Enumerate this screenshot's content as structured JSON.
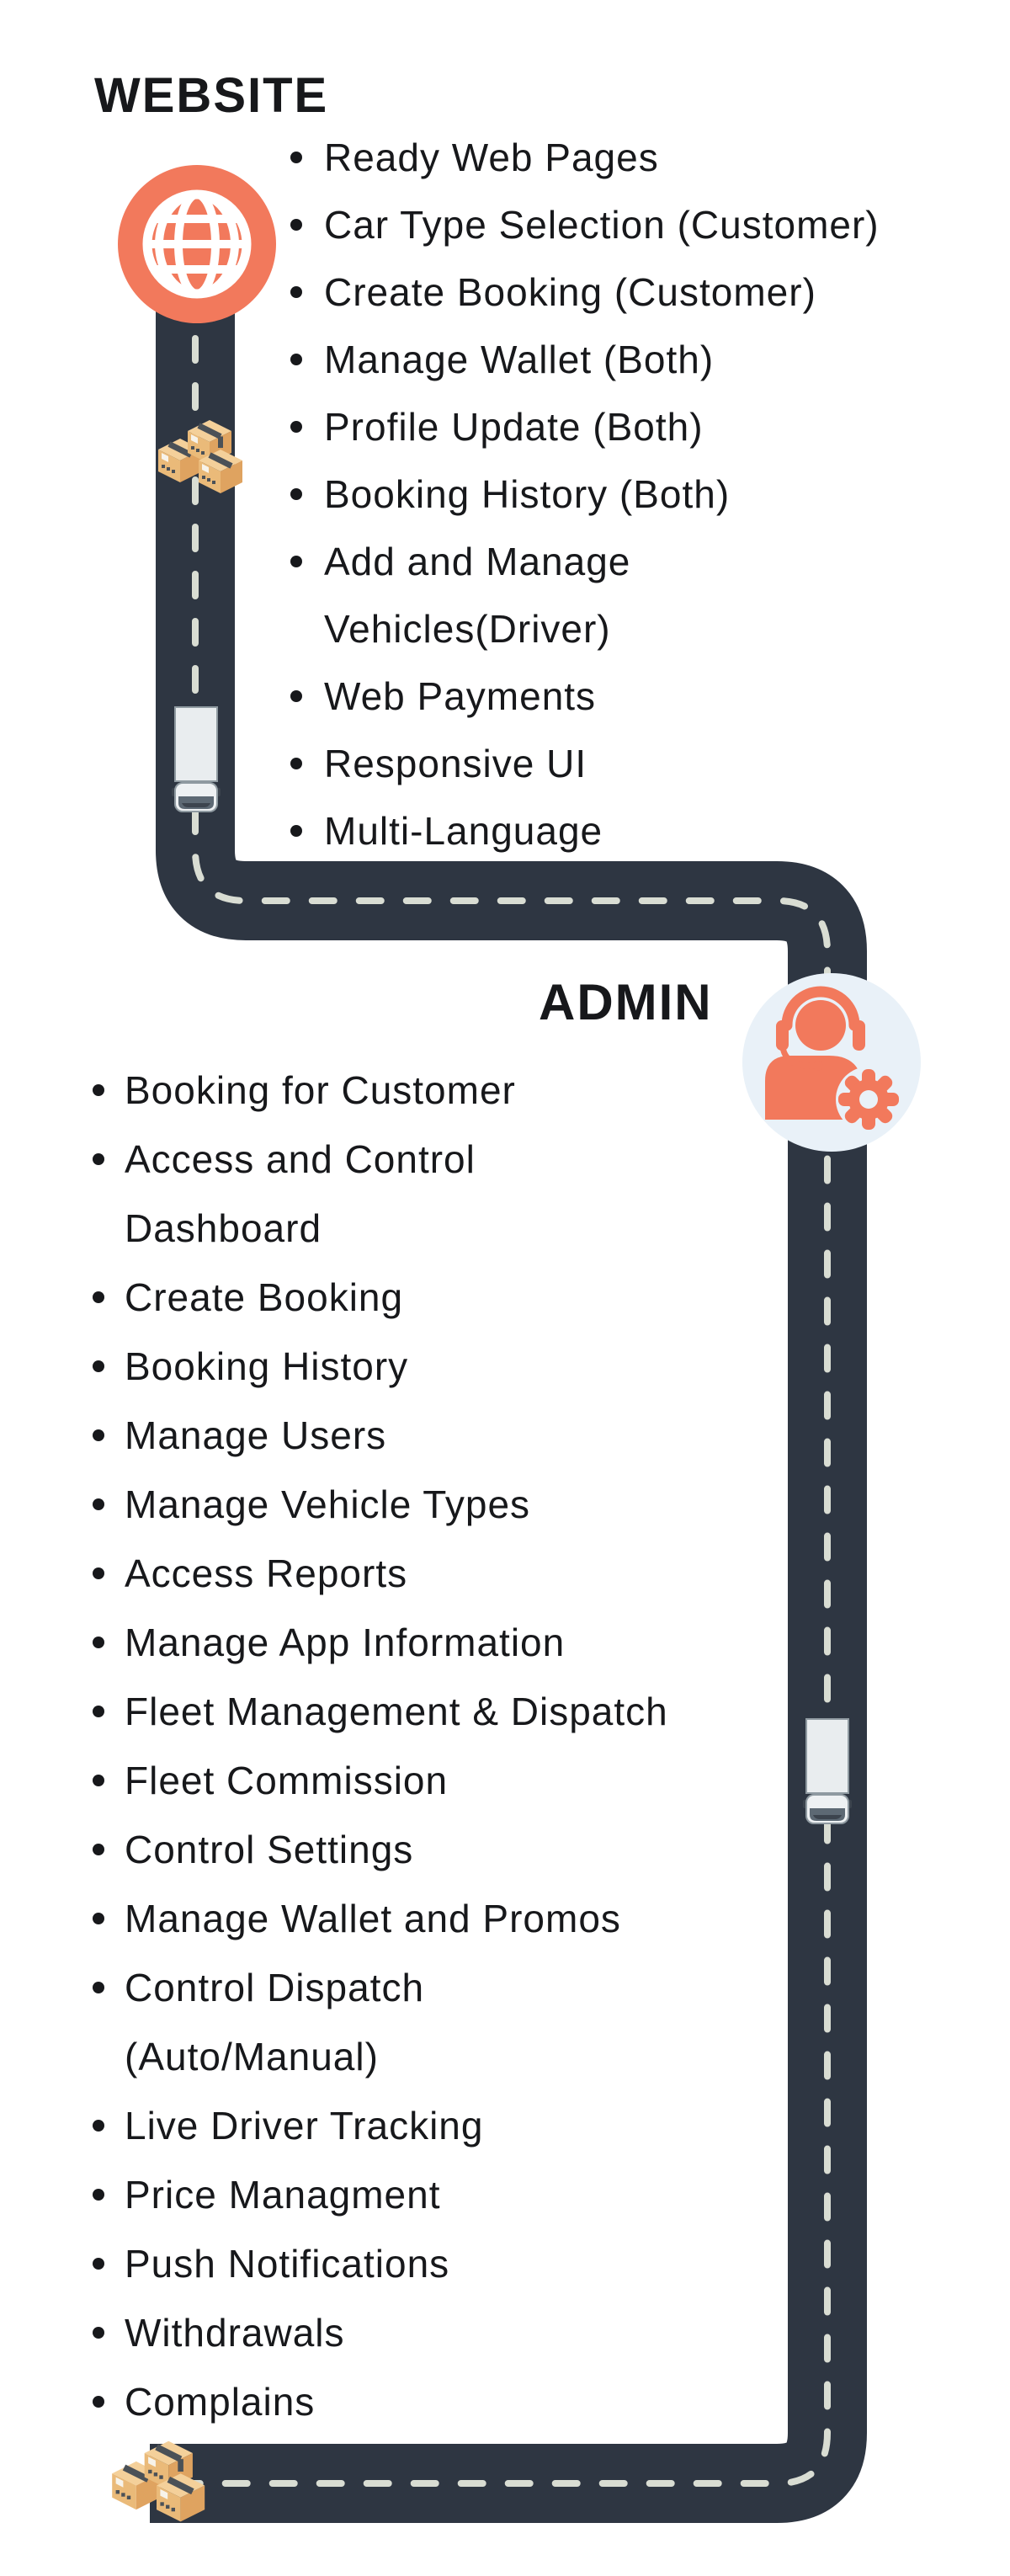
{
  "sections": {
    "website": {
      "title": "WEBSITE",
      "lines": [
        {
          "text": "Ready Web Pages",
          "bullet": true
        },
        {
          "text": "Car Type Selection (Customer)",
          "bullet": true
        },
        {
          "text": "Create Booking (Customer)",
          "bullet": true
        },
        {
          "text": "Manage Wallet (Both)",
          "bullet": true
        },
        {
          "text": "Profile Update (Both)",
          "bullet": true
        },
        {
          "text": "Booking History (Both)",
          "bullet": true
        },
        {
          "text": "Add and Manage",
          "bullet": true
        },
        {
          "text": "Vehicles(Driver)",
          "bullet": false
        },
        {
          "text": "Web Payments",
          "bullet": true
        },
        {
          "text": "Responsive UI",
          "bullet": true
        },
        {
          "text": "Multi-Language",
          "bullet": true
        }
      ]
    },
    "admin": {
      "title": "ADMIN",
      "lines": [
        {
          "text": "Booking for Customer",
          "bullet": true
        },
        {
          "text": "Access and Control",
          "bullet": true
        },
        {
          "text": "Dashboard",
          "bullet": false
        },
        {
          "text": "Create Booking",
          "bullet": true
        },
        {
          "text": "Booking History",
          "bullet": true
        },
        {
          "text": "Manage Users",
          "bullet": true
        },
        {
          "text": "Manage Vehicle Types",
          "bullet": true
        },
        {
          "text": "Access Reports",
          "bullet": true
        },
        {
          "text": "Manage App Information",
          "bullet": true
        },
        {
          "text": "Fleet Management & Dispatch",
          "bullet": true
        },
        {
          "text": "Fleet Commission",
          "bullet": true
        },
        {
          "text": "Control Settings",
          "bullet": true
        },
        {
          "text": "Manage Wallet and Promos",
          "bullet": true
        },
        {
          "text": "Control Dispatch",
          "bullet": true
        },
        {
          "text": "(Auto/Manual)",
          "bullet": false
        },
        {
          "text": "Live Driver Tracking",
          "bullet": true
        },
        {
          "text": "Price Managment",
          "bullet": true
        },
        {
          "text": "Push Notifications",
          "bullet": true
        },
        {
          "text": "Withdrawals",
          "bullet": true
        },
        {
          "text": "Complains",
          "bullet": true
        }
      ]
    }
  },
  "icons": {
    "website_badge": "globe-icon",
    "admin_badge": "support-agent-gear-icon",
    "cargo": "package-boxes-icon",
    "vehicle": "delivery-truck-icon",
    "list_marker": "bullet-icon"
  },
  "colors": {
    "text": "#17181b",
    "road": "#2e3642",
    "road_dash": "#d9ddd3",
    "accent_orange": "#f2795c",
    "badge_blue": "#e9f1f8",
    "globe_white": "#ffffff",
    "box_top": "#f4d09a",
    "box_side_light": "#eaba79",
    "box_side_dark": "#dfa360",
    "box_tape": "#4b5157",
    "box_label": "#f7f3ea",
    "truck_body": "#e9edef",
    "truck_cab": "#eef1f3",
    "truck_outline": "#8f9aa1",
    "truck_windshield": "#5d6974",
    "truck_windshield_dark": "#3c444e"
  }
}
